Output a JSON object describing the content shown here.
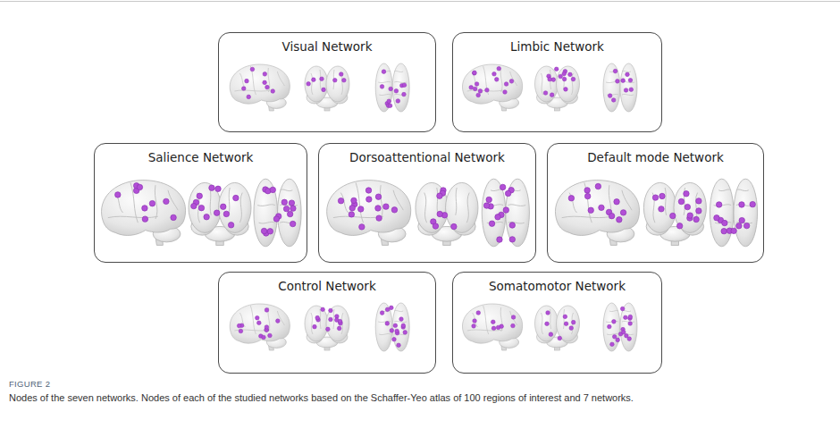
{
  "diagram": {
    "caption": "Nodes of the seven networks. Nodes of each of the studied networks based on the Schaffer-Yeo atlas of 100 regions of interest and 7 networks.",
    "nodes": [
      {
        "text": [
          "Visual Network"
        ]
      },
      {
        "text": [
          "Limbic Network"
        ]
      },
      {
        "text": [
          "Salience Network"
        ]
      },
      {
        "text": [
          "Dorsoattentional Network"
        ]
      },
      {
        "text": [
          "Default mode Network"
        ]
      },
      {
        "text": [
          "Control Network"
        ]
      },
      {
        "text": [
          "Somatomotor Network"
        ]
      }
    ],
    "labels": [
      "FIGURE 2"
    ]
  }
}
